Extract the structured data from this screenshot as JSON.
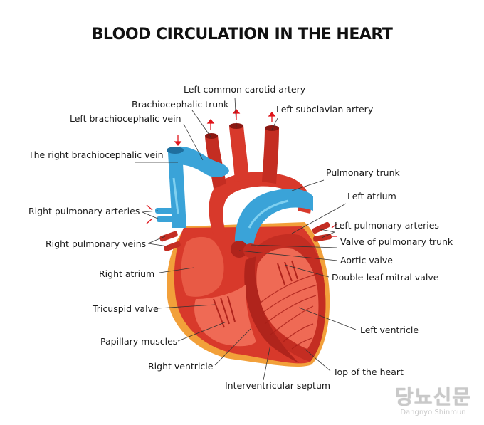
{
  "title": "BLOOD CIRCULATION IN THE HEART",
  "labels": {
    "left_common_carotid_artery": "Left common carotid artery",
    "brachiocephalic_trunk": "Brachiocephalic trunk",
    "left_subclavian_artery": "Left subclavian artery",
    "left_brachiocephalic_vein": "Left brachiocephalic vein",
    "right_brachiocephalic_vein": "The right brachiocephalic vein",
    "pulmonary_trunk": "Pulmonary trunk",
    "left_atrium": "Left atrium",
    "right_pulmonary_arteries": "Right pulmonary arteries",
    "left_pulmonary_arteries": "Left pulmonary arteries",
    "right_pulmonary_veins": "Right pulmonary veins",
    "valve_of_pulmonary_trunk": "Valve of pulmonary trunk",
    "aortic_valve": "Aortic valve",
    "right_atrium": "Right atrium",
    "double_leaf_mitral_valve": "Double-leaf mitral valve",
    "tricuspid_valve": "Tricuspid valve",
    "left_ventricle": "Left ventricle",
    "papillary_muscles": "Papillary muscles",
    "right_ventricle": "Right ventricle",
    "top_of_the_heart": "Top of the heart",
    "interventricular_septum": "Interventricular septum"
  },
  "watermark": {
    "korean": "당뇨신문",
    "english": "Dangnyo Shinmun"
  },
  "colors": {
    "artery_red": "#d8392b",
    "artery_dark": "#a81e18",
    "vein_blue": "#3aa3d8",
    "vein_light": "#7fd0f0",
    "fat_orange": "#f2a03a",
    "muscle_light": "#ef6a55"
  }
}
